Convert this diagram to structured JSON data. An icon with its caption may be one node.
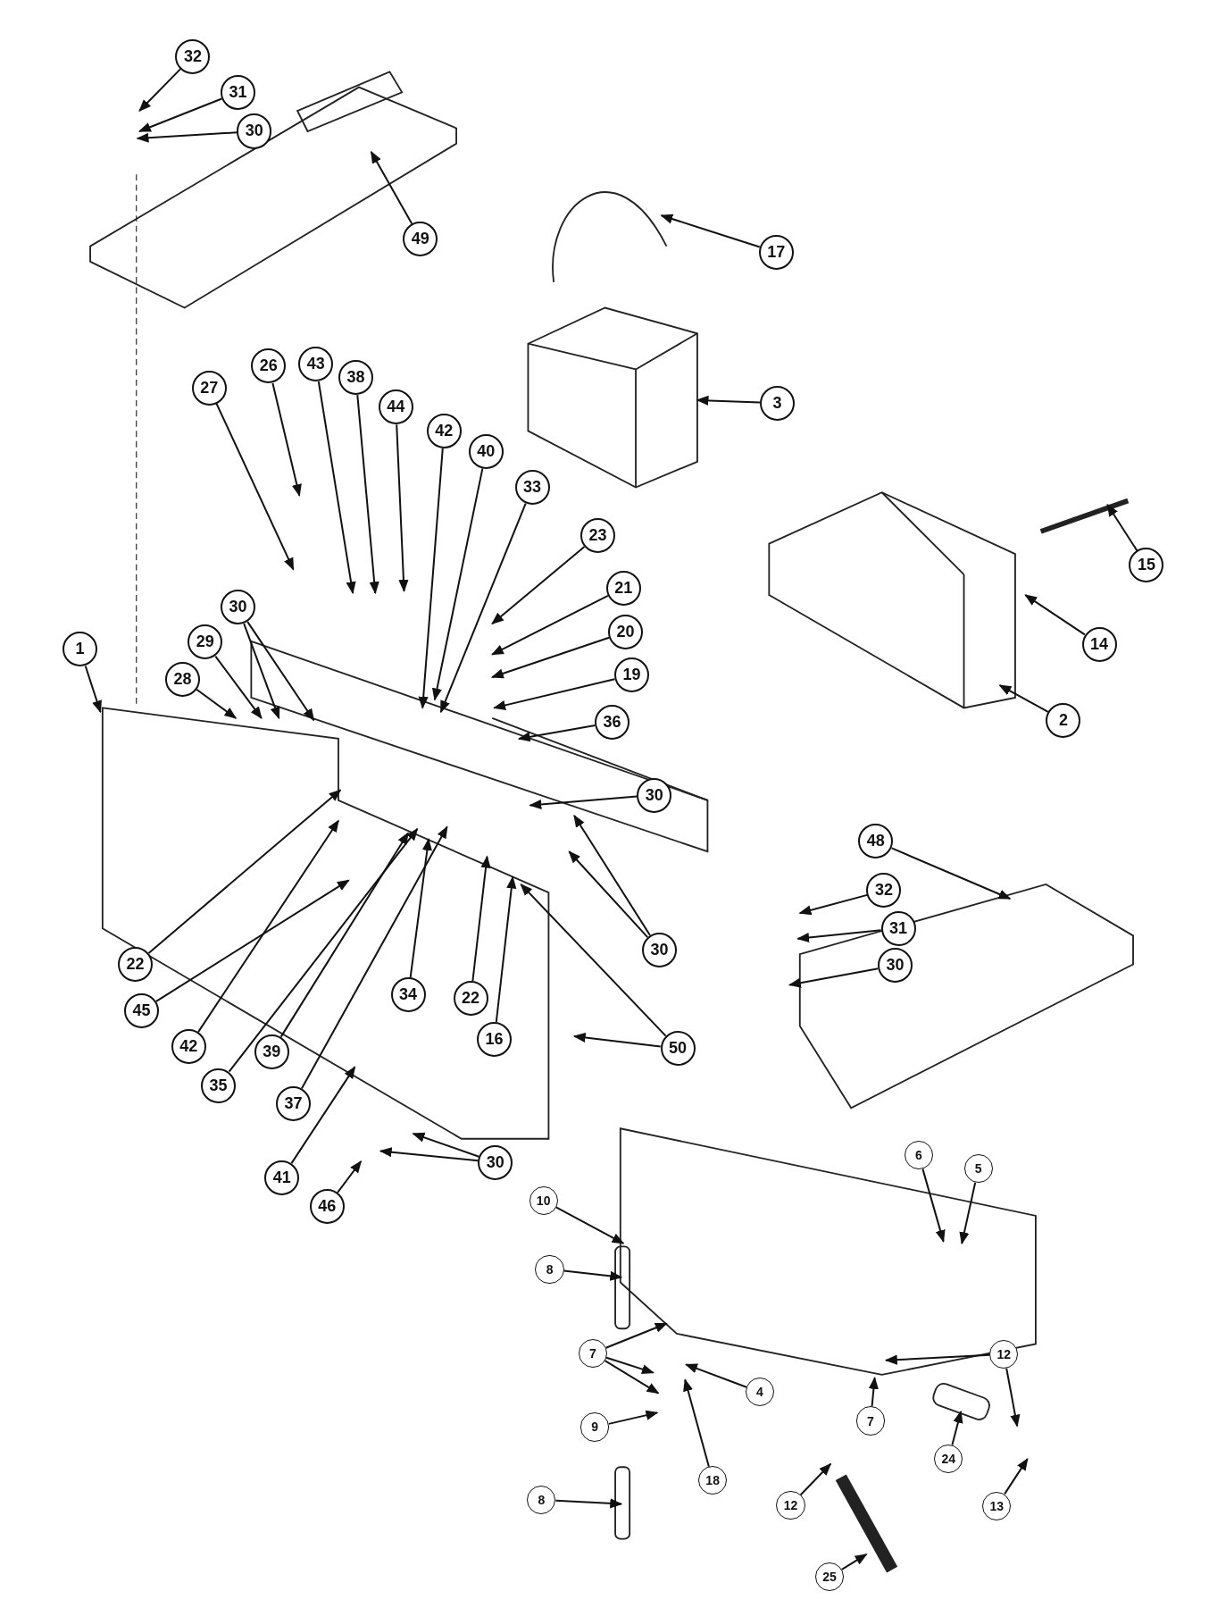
{
  "diagram": {
    "nodes": [
      {
        "text": [
          "32"
        ]
      },
      {
        "text": [
          "31"
        ]
      },
      {
        "text": [
          "30"
        ]
      },
      {
        "text": [
          "49"
        ]
      },
      {
        "text": [
          "17"
        ]
      },
      {
        "text": [
          "3"
        ]
      },
      {
        "text": [
          "27"
        ]
      },
      {
        "text": [
          "26"
        ]
      },
      {
        "text": [
          "43"
        ]
      },
      {
        "text": [
          "38"
        ]
      },
      {
        "text": [
          "44"
        ]
      },
      {
        "text": [
          "42"
        ]
      },
      {
        "text": [
          "40"
        ]
      },
      {
        "text": [
          "33"
        ]
      },
      {
        "text": [
          "23"
        ]
      },
      {
        "text": [
          "21"
        ]
      },
      {
        "text": [
          "20"
        ]
      },
      {
        "text": [
          "19"
        ]
      },
      {
        "text": [
          "36"
        ]
      },
      {
        "text": [
          "15"
        ]
      },
      {
        "text": [
          "14"
        ]
      },
      {
        "text": [
          "2"
        ]
      },
      {
        "text": [
          "1"
        ]
      },
      {
        "text": [
          "30"
        ]
      },
      {
        "text": [
          "29"
        ]
      },
      {
        "text": [
          "28"
        ]
      },
      {
        "text": [
          "30"
        ]
      },
      {
        "text": [
          "30"
        ]
      },
      {
        "text": [
          "50"
        ]
      },
      {
        "text": [
          "16"
        ]
      },
      {
        "text": [
          "22"
        ]
      },
      {
        "text": [
          "34"
        ]
      },
      {
        "text": [
          "22"
        ]
      },
      {
        "text": [
          "45"
        ]
      },
      {
        "text": [
          "42"
        ]
      },
      {
        "text": [
          "39"
        ]
      },
      {
        "text": [
          "35"
        ]
      },
      {
        "text": [
          "37"
        ]
      },
      {
        "text": [
          "41"
        ]
      },
      {
        "text": [
          "30"
        ]
      },
      {
        "text": [
          "46"
        ]
      },
      {
        "text": [
          "48"
        ]
      },
      {
        "text": [
          "32"
        ]
      },
      {
        "text": [
          "31"
        ]
      },
      {
        "text": [
          "30"
        ]
      },
      {
        "text": [
          "6"
        ]
      },
      {
        "text": [
          "5"
        ]
      },
      {
        "text": [
          "10"
        ]
      },
      {
        "text": [
          "8"
        ]
      },
      {
        "text": [
          "7"
        ]
      },
      {
        "text": [
          "4"
        ]
      },
      {
        "text": [
          "12"
        ]
      },
      {
        "text": [
          "9"
        ]
      },
      {
        "text": [
          "18"
        ]
      },
      {
        "text": [
          "7"
        ]
      },
      {
        "text": [
          "24"
        ]
      },
      {
        "text": [
          "8"
        ]
      },
      {
        "text": [
          "13"
        ]
      },
      {
        "text": [
          "12"
        ]
      },
      {
        "text": [
          "25"
        ]
      }
    ],
    "edges": [
      {
        "from": 0,
        "to": null,
        "arrow": "to"
      },
      {
        "from": 1,
        "to": null,
        "arrow": "to"
      },
      {
        "from": 2,
        "to": null,
        "arrow": "to"
      },
      {
        "from": 3,
        "to": null,
        "arrow": "to"
      },
      {
        "from": 4,
        "to": null,
        "arrow": "to"
      },
      {
        "from": 5,
        "to": null,
        "arrow": "to"
      },
      {
        "from": 6,
        "to": null,
        "arrow": "to"
      },
      {
        "from": 7,
        "to": null,
        "arrow": "to"
      },
      {
        "from": 8,
        "to": null,
        "arrow": "to"
      },
      {
        "from": 9,
        "to": null,
        "arrow": "to"
      },
      {
        "from": 10,
        "to": null,
        "arrow": "to"
      },
      {
        "from": 11,
        "to": null,
        "arrow": "to"
      },
      {
        "from": 12,
        "to": null,
        "arrow": "to"
      },
      {
        "from": 13,
        "to": null,
        "arrow": "to"
      },
      {
        "from": 14,
        "to": null,
        "arrow": "to"
      },
      {
        "from": 15,
        "to": null,
        "arrow": "to"
      },
      {
        "from": 16,
        "to": null,
        "arrow": "to"
      },
      {
        "from": 17,
        "to": null,
        "arrow": "to"
      },
      {
        "from": 18,
        "to": null,
        "arrow": "to"
      },
      {
        "from": 19,
        "to": null,
        "arrow": "to"
      },
      {
        "from": 20,
        "to": null,
        "arrow": "to"
      },
      {
        "from": 21,
        "to": null,
        "arrow": "to"
      },
      {
        "from": 22,
        "to": null,
        "arrow": "to"
      },
      {
        "from": 23,
        "to": null,
        "arrow": "to"
      },
      {
        "from": 23,
        "to": null,
        "arrow": "to"
      },
      {
        "from": 24,
        "to": null,
        "arrow": "to"
      },
      {
        "from": 25,
        "to": null,
        "arrow": "to"
      },
      {
        "from": 26,
        "to": null,
        "arrow": "to"
      },
      {
        "from": 27,
        "to": null,
        "arrow": "to"
      },
      {
        "from": 27,
        "to": null,
        "arrow": "to"
      },
      {
        "from": 28,
        "to": null,
        "arrow": "to"
      },
      {
        "from": 28,
        "to": null,
        "arrow": "to"
      },
      {
        "from": 29,
        "to": null,
        "arrow": "to"
      },
      {
        "from": 30,
        "to": null,
        "arrow": "to"
      },
      {
        "from": 31,
        "to": null,
        "arrow": "to"
      },
      {
        "from": 32,
        "to": null,
        "arrow": "to"
      },
      {
        "from": 33,
        "to": null,
        "arrow": "to"
      },
      {
        "from": 34,
        "to": null,
        "arrow": "to"
      },
      {
        "from": 35,
        "to": null,
        "arrow": "to"
      },
      {
        "from": 36,
        "to": null,
        "arrow": "to"
      },
      {
        "from": 37,
        "to": null,
        "arrow": "to"
      },
      {
        "from": 38,
        "to": null,
        "arrow": "to"
      },
      {
        "from": 39,
        "to": null,
        "arrow": "to"
      },
      {
        "from": 39,
        "to": null,
        "arrow": "to"
      },
      {
        "from": 40,
        "to": null,
        "arrow": "to"
      },
      {
        "from": 41,
        "to": null,
        "arrow": "to"
      },
      {
        "from": 42,
        "to": null,
        "arrow": "to"
      },
      {
        "from": 43,
        "to": null,
        "arrow": "to"
      },
      {
        "from": 44,
        "to": null,
        "arrow": "to"
      },
      {
        "from": 45,
        "to": null,
        "arrow": "to"
      },
      {
        "from": 46,
        "to": null,
        "arrow": "to"
      },
      {
        "from": 47,
        "to": null,
        "arrow": "to"
      },
      {
        "from": 48,
        "to": null,
        "arrow": "to"
      },
      {
        "from": 49,
        "to": null,
        "arrow": "to"
      },
      {
        "from": 49,
        "to": null,
        "arrow": "to"
      },
      {
        "from": 49,
        "to": null,
        "arrow": "to"
      },
      {
        "from": 50,
        "to": null,
        "arrow": "to"
      },
      {
        "from": 51,
        "to": null,
        "arrow": "to"
      },
      {
        "from": 51,
        "to": null,
        "arrow": "to"
      },
      {
        "from": 52,
        "to": null,
        "arrow": "to"
      },
      {
        "from": 53,
        "to": null,
        "arrow": "to"
      },
      {
        "from": 54,
        "to": null,
        "arrow": "to"
      },
      {
        "from": 55,
        "to": null,
        "arrow": "to"
      },
      {
        "from": 56,
        "to": null,
        "arrow": "to"
      },
      {
        "from": 57,
        "to": null,
        "arrow": "to"
      },
      {
        "from": 58,
        "to": null,
        "arrow": "to"
      },
      {
        "from": 59,
        "to": null,
        "arrow": "to"
      }
    ]
  }
}
